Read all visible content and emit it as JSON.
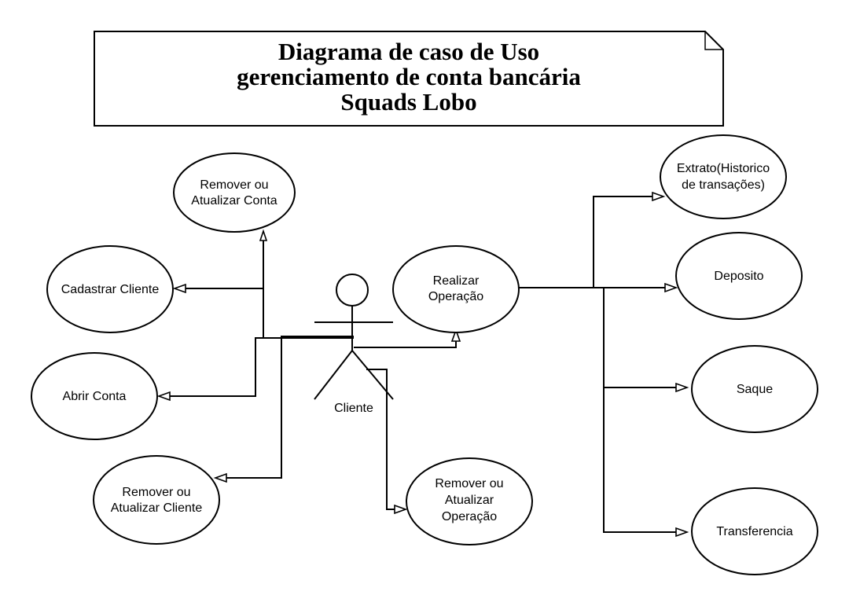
{
  "title": {
    "line1": "Diagrama de caso de Uso",
    "line2": "gerenciamento de conta bancária",
    "line3": "Squads Lobo"
  },
  "actor": {
    "name": "Cliente"
  },
  "use_cases": {
    "remover_atualizar_conta": [
      "Remover ou",
      "Atualizar Conta"
    ],
    "cadastrar_cliente": [
      "Cadastrar Cliente"
    ],
    "abrir_conta": [
      "Abrir Conta"
    ],
    "remover_atualizar_cliente": [
      "Remover ou",
      "Atualizar Cliente"
    ],
    "realizar_operacao": [
      "Realizar",
      "Operação"
    ],
    "remover_atualizar_operacao": [
      "Remover ou",
      "Atualizar",
      "Operação"
    ],
    "extrato": [
      "Extrato(Historico",
      "de transações)"
    ],
    "deposito": [
      "Deposito"
    ],
    "saque": [
      "Saque"
    ],
    "transferencia": [
      "Transferencia"
    ]
  }
}
